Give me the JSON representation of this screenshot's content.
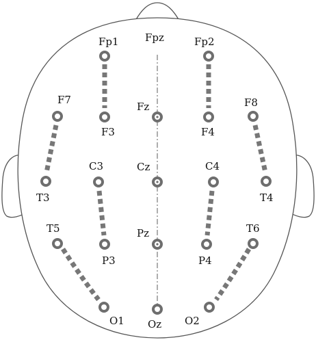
{
  "electrodes": {
    "fp1": "Fp1",
    "fpz": "Fpz",
    "fp2": "Fp2",
    "f7": "F7",
    "f3": "F3",
    "fz": "Fz",
    "f4": "F4",
    "f8": "F8",
    "t3": "T3",
    "c3": "C3",
    "cz": "Cz",
    "c4": "C4",
    "t4": "T4",
    "t5": "T5",
    "p3": "P3",
    "pz": "Pz",
    "p4": "P4",
    "t6": "T6",
    "o1": "O1",
    "oz": "Oz",
    "o2": "O2"
  },
  "colors": {
    "outline": "#555555",
    "electrode": "#6e6e6e",
    "link": "#777777"
  }
}
